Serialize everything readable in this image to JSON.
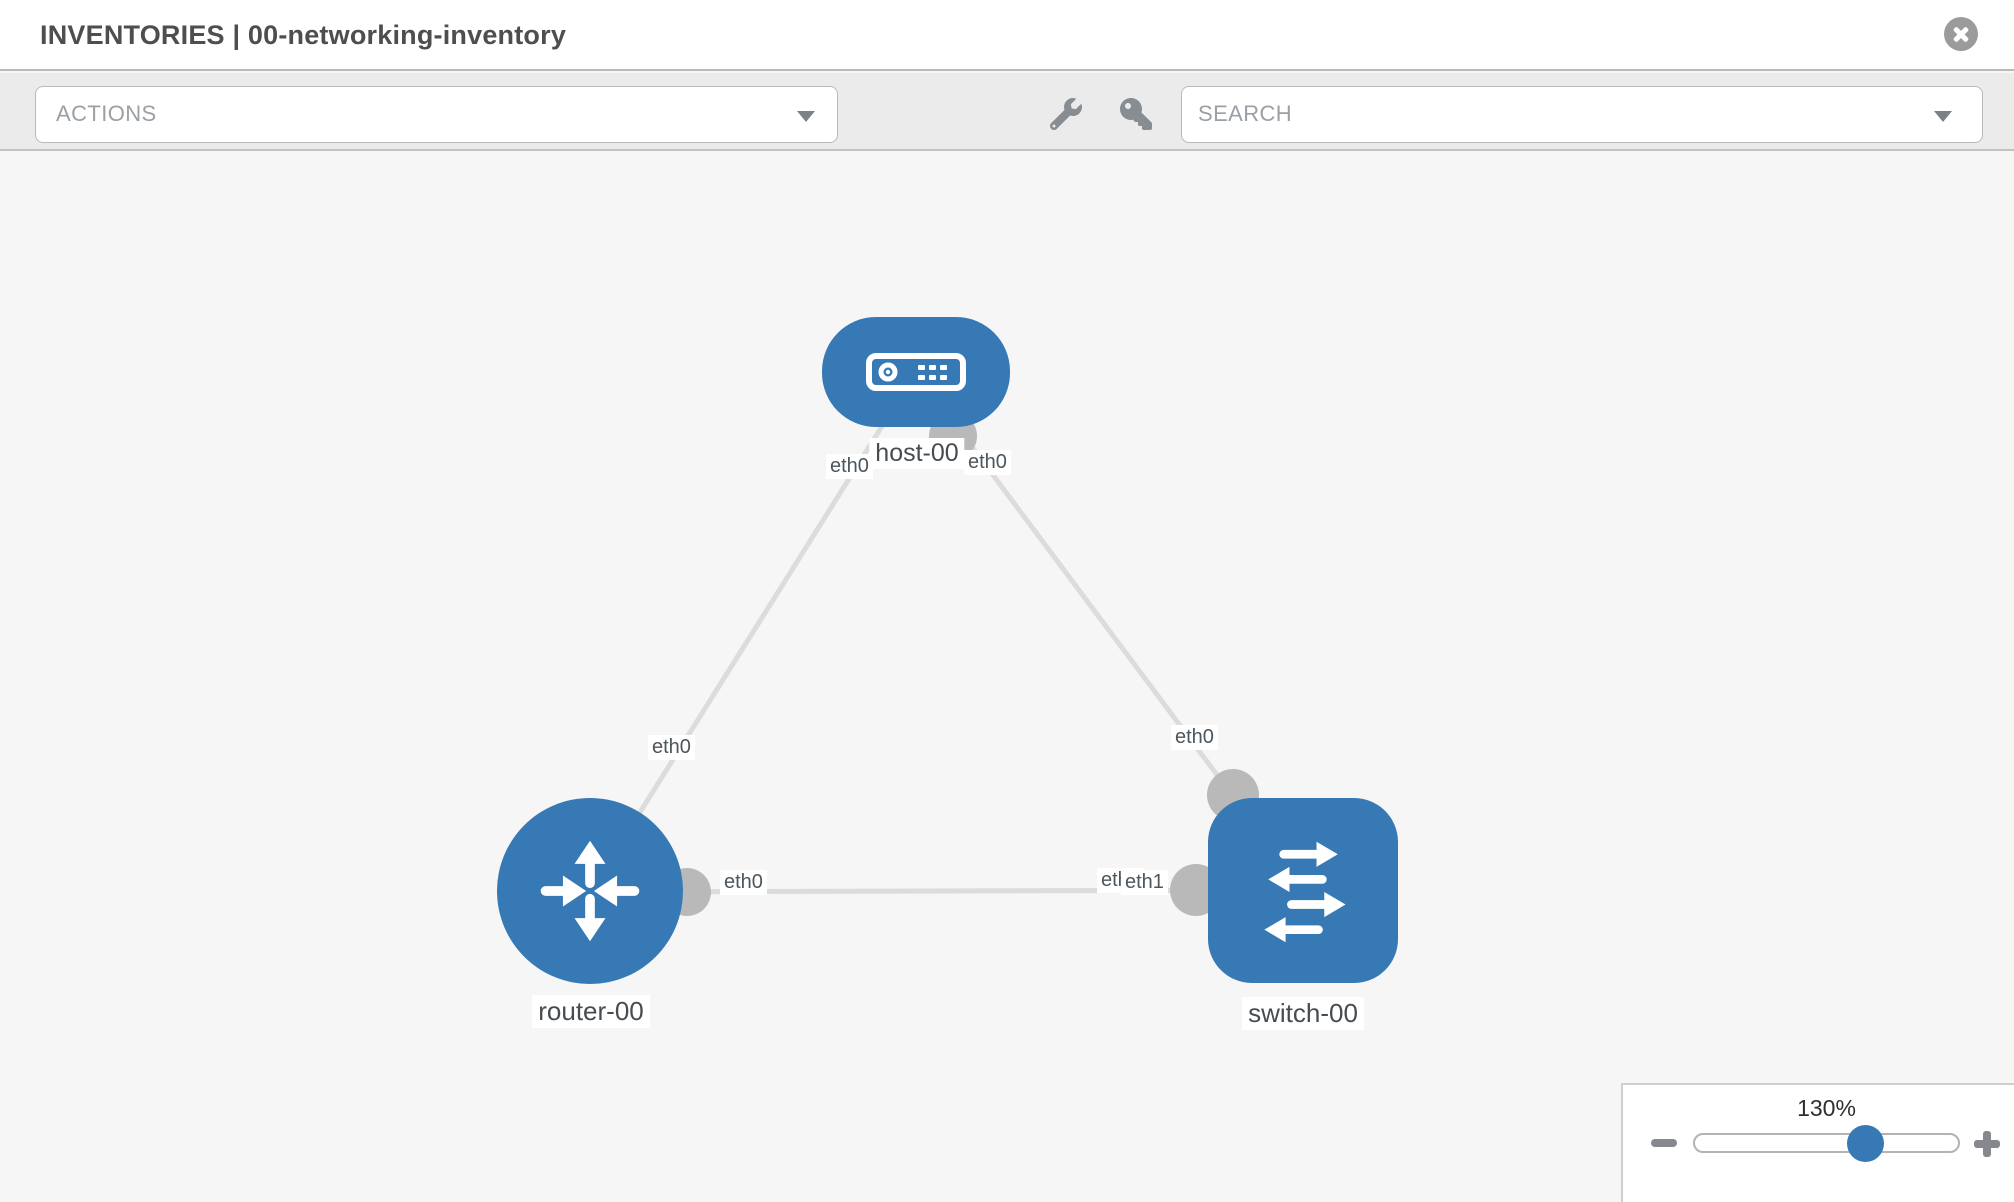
{
  "header": {
    "title": "INVENTORIES | 00-networking-inventory"
  },
  "toolbar": {
    "actions_label": "ACTIONS",
    "search_label": "SEARCH",
    "icons": [
      "wrench-icon",
      "key-icon"
    ]
  },
  "topology": {
    "nodes": [
      {
        "id": "host-00",
        "type": "host",
        "label": "host-00"
      },
      {
        "id": "router-00",
        "type": "router",
        "label": "router-00"
      },
      {
        "id": "switch-00",
        "type": "switch",
        "label": "switch-00"
      }
    ],
    "links": [
      {
        "from": "host-00",
        "to": "router-00",
        "from_if": "eth0",
        "to_if": "eth0"
      },
      {
        "from": "host-00",
        "to": "switch-00",
        "from_if": "eth0",
        "to_if": "eth0"
      },
      {
        "from": "router-00",
        "to": "switch-00",
        "from_if": "eth0",
        "to_if": "eth1",
        "to_if_overlapped": "eth0"
      }
    ]
  },
  "zoom_control": {
    "value_label": "130%",
    "percent": 130
  },
  "colors": {
    "node_blue": "#3679b5",
    "link_gray": "#dcdcdc",
    "connector_gray": "#b9b9b9",
    "toolbar_bg": "#ebebeb",
    "canvas_bg": "#f6f6f6",
    "label_text": "#4d565c"
  }
}
